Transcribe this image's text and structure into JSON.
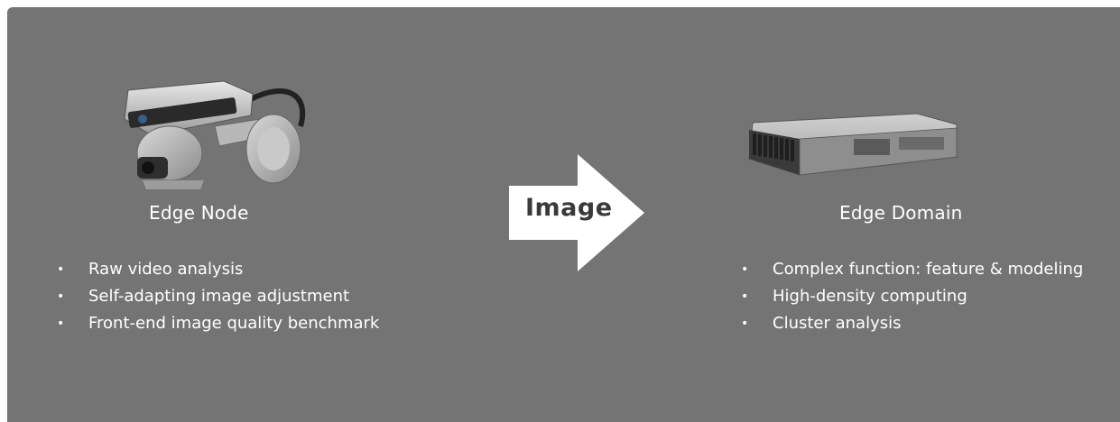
{
  "arrow": {
    "label": "Image"
  },
  "edge_node": {
    "title": "Edge Node",
    "bullets": [
      "Raw video analysis",
      "Self-adapting image adjustment",
      "Front-end image quality benchmark"
    ],
    "device_icon": "camera-device-icon"
  },
  "edge_domain": {
    "title": "Edge Domain",
    "bullets": [
      "Complex function: feature & modeling",
      "High-density computing",
      "Cluster analysis"
    ],
    "device_icon": "server-device-icon"
  },
  "colors": {
    "panel_bg": "#747474",
    "text": "#ffffff",
    "arrow_fill": "#ffffff",
    "arrow_text": "#3a3a3a"
  }
}
